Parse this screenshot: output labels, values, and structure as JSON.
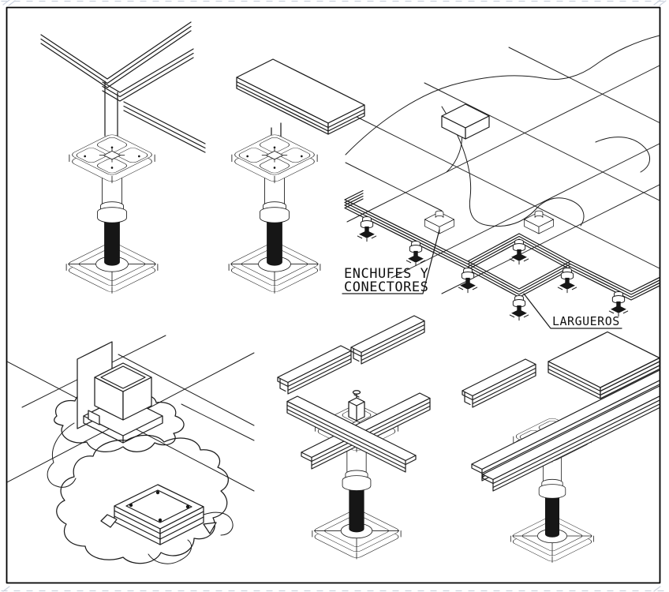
{
  "drawing": {
    "background_color": "#ffffff",
    "line_color": "#1c1c1c",
    "frame_color": "#000000",
    "edge_mark_color": "#ccd3df",
    "labels": {
      "enchufes_line1": "ENCHUFES Y",
      "enchufes_line2": "CONECTORES",
      "largueros": "LARGUEROS"
    }
  }
}
